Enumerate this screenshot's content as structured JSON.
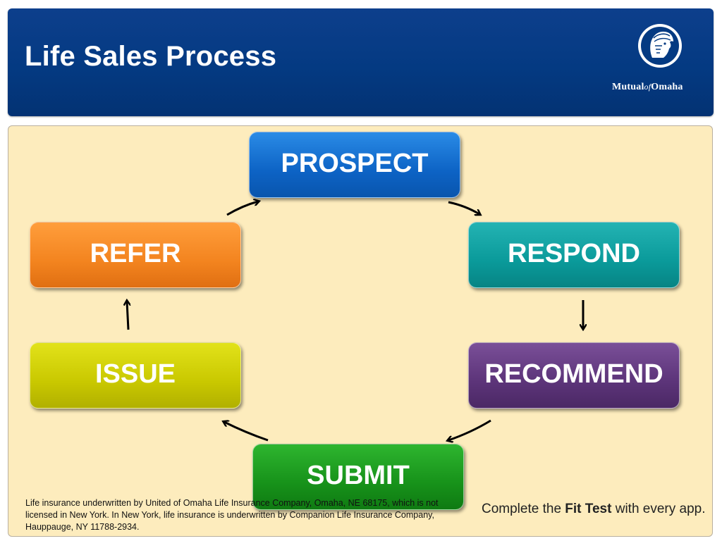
{
  "header": {
    "title": "Life Sales Process",
    "logo_text_1": "Mutual",
    "logo_text_of": "of",
    "logo_text_2": "Omaha",
    "header_color": "#043a82"
  },
  "diagram": {
    "type": "cycle",
    "stages": [
      {
        "id": "prospect",
        "label": "PROSPECT",
        "color": "#1066c8"
      },
      {
        "id": "respond",
        "label": "RESPOND",
        "color": "#0a9a9a"
      },
      {
        "id": "recommend",
        "label": "RECOMMEND",
        "color": "#5c3479"
      },
      {
        "id": "submit",
        "label": "SUBMIT",
        "color": "#17921a"
      },
      {
        "id": "issue",
        "label": "ISSUE",
        "color": "#c5c400"
      },
      {
        "id": "refer",
        "label": "REFER",
        "color": "#f08220"
      }
    ],
    "flow": [
      "PROSPECT",
      "RESPOND",
      "RECOMMEND",
      "SUBMIT",
      "ISSUE",
      "REFER",
      "PROSPECT"
    ]
  },
  "footer": {
    "disclaimer": "Life insurance underwritten by United of Omaha Life Insurance Company, Omaha, NE 68175, which is not licensed in New York. In New York, life insurance is underwritten by Companion Life Insurance Company, Hauppauge, NY 11788-2934.",
    "tagline_pre": "Complete the ",
    "tagline_bold": "Fit Test",
    "tagline_post": " with every app."
  }
}
